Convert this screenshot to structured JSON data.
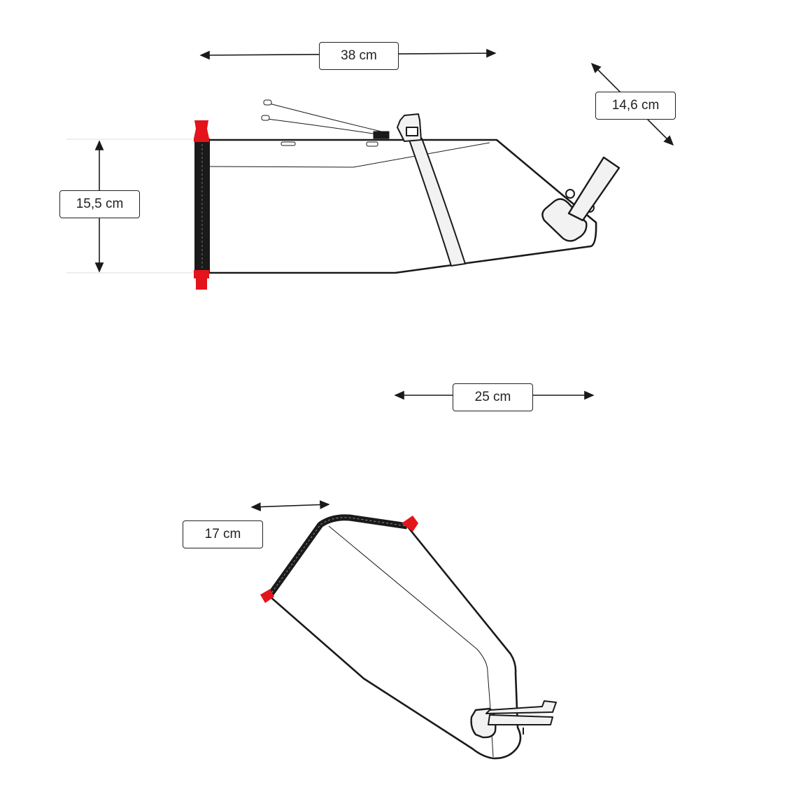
{
  "title": "Bag dimensions diagram",
  "dimensions": {
    "top_length": "38 cm",
    "top_depth": "14,6 cm",
    "top_height": "15,5 cm",
    "bottom_length": "25 cm",
    "bottom_width": "17 cm"
  },
  "colors": {
    "outline": "#1a1a1a",
    "buckle": "#e3141b",
    "strap": "#f2f2f2"
  }
}
